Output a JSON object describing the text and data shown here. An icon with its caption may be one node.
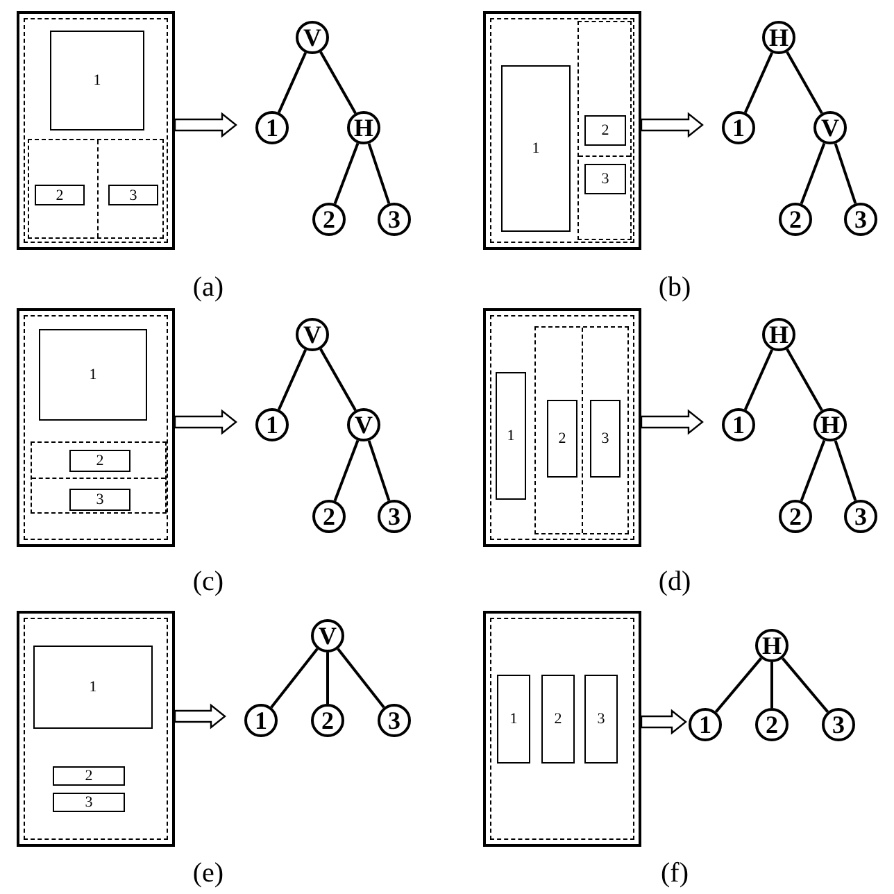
{
  "diagram": {
    "nodes": [
      {
        "text": [],
        "shape": "box"
      },
      {
        "text": [],
        "shape": "box",
        "in": 0
      },
      {
        "text": [
          "1"
        ],
        "in": 1
      },
      {
        "text": [],
        "shape": "box",
        "in": 1
      },
      {
        "text": [
          "2"
        ],
        "in": 3
      },
      {
        "text": [
          "3"
        ],
        "in": 3
      },
      {
        "text": [
          "V"
        ]
      },
      {
        "text": [
          "1"
        ]
      },
      {
        "text": [
          "H"
        ]
      },
      {
        "text": [
          "2"
        ]
      },
      {
        "text": [
          "3"
        ]
      },
      {
        "text": [],
        "shape": "box"
      },
      {
        "text": [],
        "shape": "box",
        "in": 11
      },
      {
        "text": [
          "1"
        ],
        "in": 12
      },
      {
        "text": [],
        "shape": "box",
        "in": 12
      },
      {
        "text": [
          "2"
        ],
        "in": 14
      },
      {
        "text": [
          "3"
        ],
        "in": 14
      },
      {
        "text": [
          "H"
        ]
      },
      {
        "text": [
          "1"
        ]
      },
      {
        "text": [
          "V"
        ]
      },
      {
        "text": [
          "2"
        ]
      },
      {
        "text": [
          "3"
        ]
      },
      {
        "text": [],
        "shape": "box"
      },
      {
        "text": [],
        "shape": "box",
        "in": 22
      },
      {
        "text": [
          "1"
        ],
        "in": 23
      },
      {
        "text": [],
        "shape": "box",
        "in": 23
      },
      {
        "text": [
          "2"
        ],
        "in": 25
      },
      {
        "text": [
          "3"
        ],
        "in": 25
      },
      {
        "text": [
          "V"
        ]
      },
      {
        "text": [
          "1"
        ]
      },
      {
        "text": [
          "V"
        ]
      },
      {
        "text": [
          "2"
        ]
      },
      {
        "text": [
          "3"
        ]
      },
      {
        "text": [],
        "shape": "box"
      },
      {
        "text": [],
        "shape": "box",
        "in": 33
      },
      {
        "text": [
          "1"
        ],
        "in": 34
      },
      {
        "text": [],
        "shape": "box",
        "in": 34
      },
      {
        "text": [
          "2"
        ],
        "in": 36
      },
      {
        "text": [
          "3"
        ],
        "in": 36
      },
      {
        "text": [
          "H"
        ]
      },
      {
        "text": [
          "1"
        ]
      },
      {
        "text": [
          "H"
        ]
      },
      {
        "text": [
          "2"
        ]
      },
      {
        "text": [
          "3"
        ]
      },
      {
        "text": [],
        "shape": "box"
      },
      {
        "text": [],
        "shape": "box",
        "in": 44
      },
      {
        "text": [
          "1"
        ],
        "in": 45
      },
      {
        "text": [
          "2"
        ],
        "in": 45
      },
      {
        "text": [
          "3"
        ],
        "in": 45
      },
      {
        "text": [
          "V"
        ]
      },
      {
        "text": [
          "1"
        ]
      },
      {
        "text": [
          "2"
        ]
      },
      {
        "text": [
          "3"
        ]
      },
      {
        "text": [],
        "shape": "box"
      },
      {
        "text": [],
        "shape": "box",
        "in": 53
      },
      {
        "text": [
          "1"
        ],
        "in": 54
      },
      {
        "text": [
          "2"
        ],
        "in": 54
      },
      {
        "text": [
          "3"
        ],
        "in": 54
      },
      {
        "text": [
          "H"
        ]
      },
      {
        "text": [
          "1"
        ]
      },
      {
        "text": [
          "2"
        ]
      },
      {
        "text": [
          "3"
        ]
      }
    ],
    "edges": [
      {
        "from": 0,
        "to": null,
        "arrow": "to",
        "style": "thick"
      },
      {
        "from": 6,
        "to": 7,
        "arrow": "none"
      },
      {
        "from": 6,
        "to": 8,
        "arrow": "none"
      },
      {
        "from": 8,
        "to": 9,
        "arrow": "none"
      },
      {
        "from": 8,
        "to": 10,
        "arrow": "none"
      },
      {
        "from": 11,
        "to": null,
        "arrow": "to",
        "style": "thick"
      },
      {
        "from": 17,
        "to": 18,
        "arrow": "none"
      },
      {
        "from": 17,
        "to": 19,
        "arrow": "none"
      },
      {
        "from": 19,
        "to": 20,
        "arrow": "none"
      },
      {
        "from": 19,
        "to": 21,
        "arrow": "none"
      },
      {
        "from": 22,
        "to": null,
        "arrow": "to",
        "style": "thick"
      },
      {
        "from": 28,
        "to": 29,
        "arrow": "none"
      },
      {
        "from": 28,
        "to": 30,
        "arrow": "none"
      },
      {
        "from": 30,
        "to": 31,
        "arrow": "none"
      },
      {
        "from": 30,
        "to": 32,
        "arrow": "none"
      },
      {
        "from": 33,
        "to": null,
        "arrow": "to",
        "style": "thick"
      },
      {
        "from": 39,
        "to": 40,
        "arrow": "none"
      },
      {
        "from": 39,
        "to": 41,
        "arrow": "none"
      },
      {
        "from": 41,
        "to": 42,
        "arrow": "none"
      },
      {
        "from": 41,
        "to": 43,
        "arrow": "none"
      },
      {
        "from": 44,
        "to": null,
        "arrow": "to",
        "style": "thick"
      },
      {
        "from": 49,
        "to": 50,
        "arrow": "none"
      },
      {
        "from": 49,
        "to": 51,
        "arrow": "none"
      },
      {
        "from": 49,
        "to": 52,
        "arrow": "none"
      },
      {
        "from": 53,
        "to": null,
        "arrow": "to",
        "style": "thick"
      },
      {
        "from": 58,
        "to": 59,
        "arrow": "none"
      },
      {
        "from": 58,
        "to": 60,
        "arrow": "none"
      },
      {
        "from": 58,
        "to": 61,
        "arrow": "none"
      }
    ],
    "labels": [
      "(a)",
      "(b)",
      "(c)",
      "(d)",
      "(e)",
      "(f)"
    ]
  }
}
